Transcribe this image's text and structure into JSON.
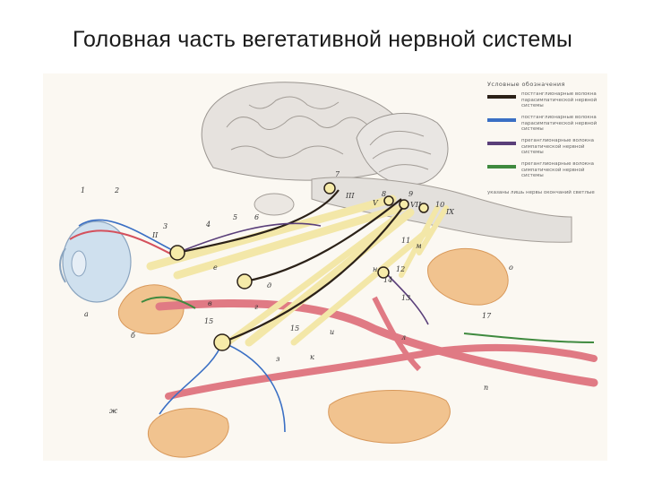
{
  "title": "Головная часть вегетативной нервной системы",
  "legend": {
    "heading": "Условные обозначения",
    "items": [
      {
        "color": "#2b2118",
        "text": "постганглионарные волокна парасимпатической нервной системы"
      },
      {
        "color": "#3a6fc4",
        "text": "постганглионарные волокна парасимпатической нервной системы"
      },
      {
        "color": "#5a3f7a",
        "text": "преганглионарные волокна симпатической нервной системы"
      },
      {
        "color": "#3f8a3f",
        "text": "преганглионарные волокна симпатической нервной системы"
      }
    ],
    "note": "указаны лишь нервы окончаний светлые"
  },
  "labels": {
    "n1": "1",
    "n2": "2",
    "n3": "3",
    "n4": "4",
    "n5": "5",
    "n6": "6",
    "n7": "7",
    "n8": "8",
    "n9": "9",
    "n10": "10",
    "n11": "11",
    "n12": "12",
    "n13": "13",
    "n14": "14",
    "n15": "15",
    "n15b": "15",
    "n17": "17",
    "III": "III",
    "V": "V",
    "VII": "VII",
    "IX": "IX",
    "II": "II",
    "a": "а",
    "b": "б",
    "v": "в",
    "g": "г",
    "d": "д",
    "e": "е",
    "zh": "ж",
    "z": "з",
    "i": "и",
    "k": "к",
    "l": "л",
    "m": "м",
    "n": "н",
    "o": "о",
    "p": "п"
  }
}
